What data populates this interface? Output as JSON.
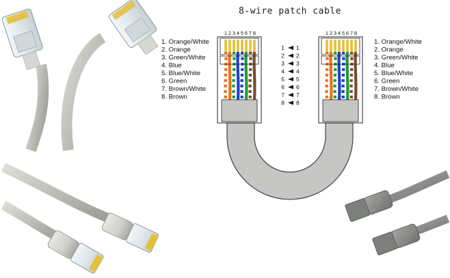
{
  "title": "8-wire patch cable",
  "left_wires": [
    "1. Orange/White",
    "2. Orange",
    "3. Green/White",
    "4. Blue",
    "5. Blue/White",
    "6. Green",
    "7. Brown/White",
    "8. Brown"
  ],
  "right_wires": [
    "1. Orange/White",
    "2. Orange",
    "3. Green/White",
    "4. Blue",
    "5. Blue/White",
    "6. Green",
    "7. Brown/White",
    "8. Brown"
  ],
  "pin_map": [
    {
      "from": "1",
      "to": "1"
    },
    {
      "from": "2",
      "to": "2"
    },
    {
      "from": "3",
      "to": "3"
    },
    {
      "from": "4",
      "to": "4"
    },
    {
      "from": "5",
      "to": "5"
    },
    {
      "from": "6",
      "to": "6"
    },
    {
      "from": "7",
      "to": "7"
    },
    {
      "from": "8",
      "to": "8"
    }
  ],
  "connector_pin_labels": [
    "1",
    "2",
    "3",
    "4",
    "5",
    "6",
    "7",
    "8"
  ],
  "wire_colors": [
    {
      "base": "#ffffff",
      "stripe": "#e8741a"
    },
    {
      "base": "#e8741a",
      "stripe": null
    },
    {
      "base": "#ffffff",
      "stripe": "#1f9a3a"
    },
    {
      "base": "#1f3fc8",
      "stripe": null
    },
    {
      "base": "#ffffff",
      "stripe": "#1f3fc8"
    },
    {
      "base": "#1f9a3a",
      "stripe": null
    },
    {
      "base": "#ffffff",
      "stripe": "#7a4a2a"
    },
    {
      "base": "#7a4a2a",
      "stripe": null
    }
  ],
  "colors": {
    "cable": "#c7c7c3",
    "cable_gray": "#8f918e",
    "jack_contacts": "#e4c13a"
  }
}
